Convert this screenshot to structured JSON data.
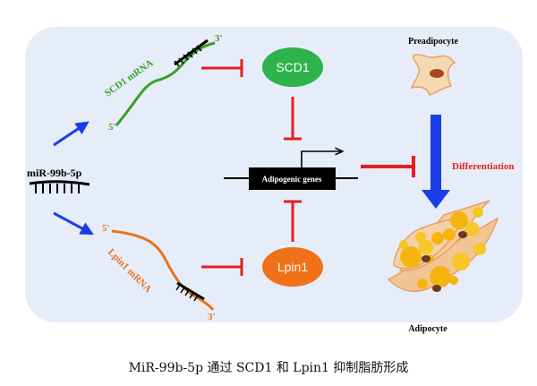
{
  "diagram": {
    "mirna_label": "miR-99b-5p",
    "scd1_mrna_label": "SCD1 mRNA",
    "lpin1_mrna_label": "Lpin1 mRNA",
    "five_prime": "5'",
    "three_prime": "3'",
    "scd1_node": "SCD1",
    "lpin1_node": "Lpin1",
    "gene_box": "Adipogenic genes",
    "preadipocyte": "Preadipocyte",
    "adipocyte": "Adipocyte",
    "differentiation": "Differentiation"
  },
  "caption": "MiR-99b-5p 通过 SCD1 和 Lpin1 抑制脂肪形成",
  "colors": {
    "panel_bg": "#e6edf9",
    "node_green": "#2db34a",
    "node_orange": "#f07118",
    "inhibit_red": "#e61e1e",
    "arrow_blue": "#1b3de8",
    "scd1_mrna": "#3aa02c",
    "lpin1_mrna": "#e8731c",
    "differentiation_red": "#e61e1e"
  }
}
